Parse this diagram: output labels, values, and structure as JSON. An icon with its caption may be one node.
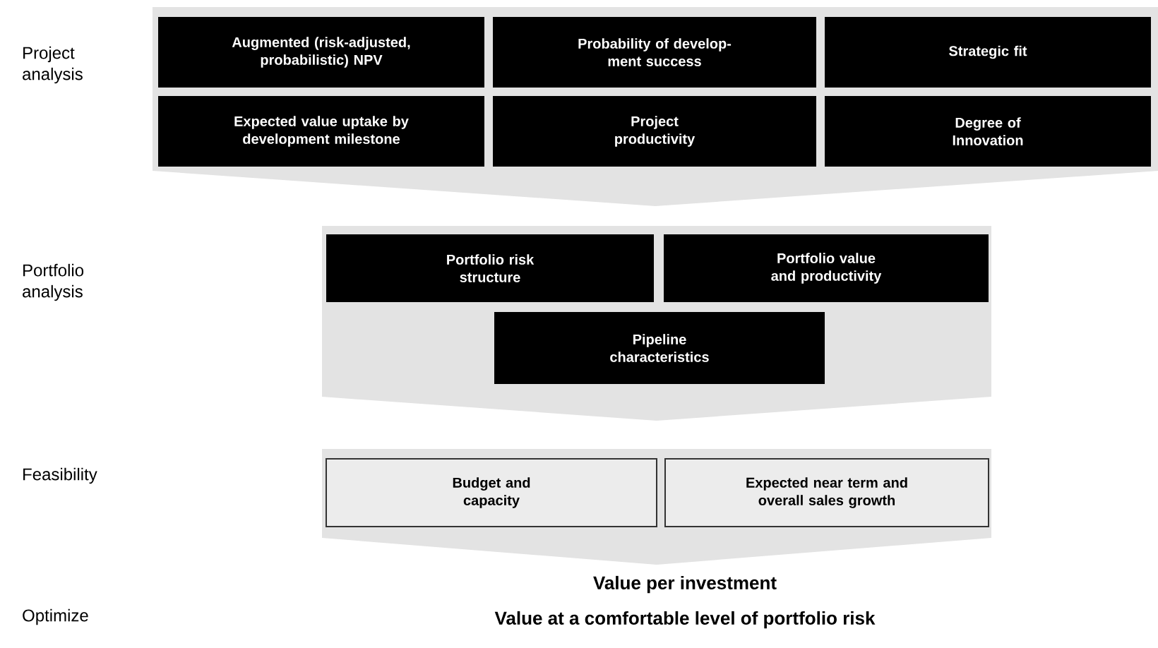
{
  "diagram": {
    "nodes": [
      {
        "text": [],
        "shape": "band"
      },
      {
        "text": [
          "Augmented (risk-adjusted, probabilistic) NPV"
        ],
        "in": 0
      },
      {
        "text": [
          "Probability of develop- ment success"
        ],
        "in": 0
      },
      {
        "text": [
          "Strategic fit"
        ],
        "in": 0
      },
      {
        "text": [
          "Expected value uptake by development milestone"
        ],
        "in": 0
      },
      {
        "text": [
          "Project productivity"
        ],
        "in": 0
      },
      {
        "text": [
          "Degree of Innovation"
        ],
        "in": 0
      },
      {
        "text": [],
        "shape": "band"
      },
      {
        "text": [
          "Portfolio risk structure"
        ],
        "in": 7
      },
      {
        "text": [
          "Portfolio value and productivity"
        ],
        "in": 7
      },
      {
        "text": [
          "Pipeline characteristics"
        ],
        "in": 7
      },
      {
        "text": [],
        "shape": "band"
      },
      {
        "text": [
          "Budget and capacity"
        ],
        "in": 11
      },
      {
        "text": [
          "Expected near term and overall sales growth"
        ],
        "in": 11
      }
    ],
    "edges": [],
    "labels": [
      "Project analysis",
      "Portfolio analysis",
      "Feasibility",
      "Optimize",
      "Value per investment",
      "Value at a comfortable level of portfolio risk"
    ]
  }
}
